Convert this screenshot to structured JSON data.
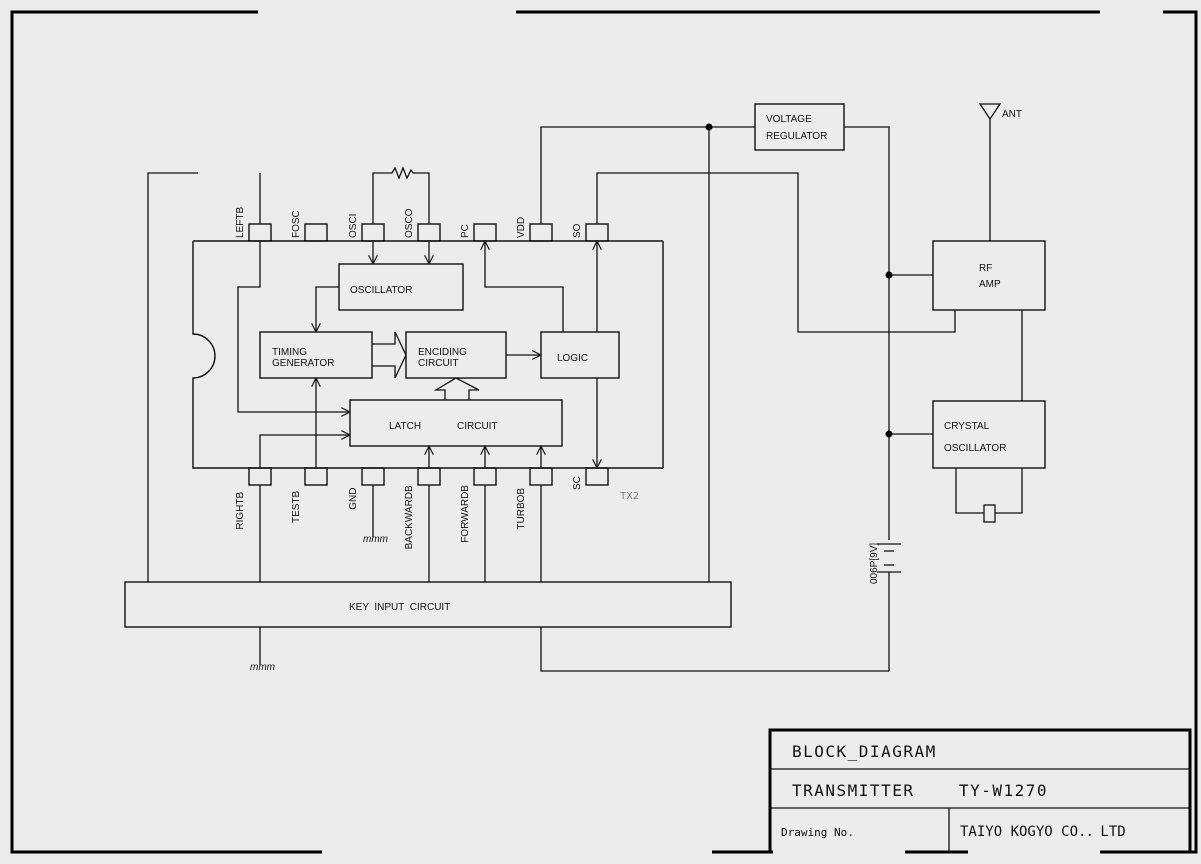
{
  "chip": {
    "name": "TX2",
    "top_pins": [
      "LEFTB",
      "FOSC",
      "OSCI",
      "OSCO",
      "PC",
      "VDD",
      "SO"
    ],
    "bottom_pins": [
      "RIGHTB",
      "TESTB",
      "GND",
      "BACKWARDB",
      "FORWARDB",
      "TURBOB",
      "SC"
    ]
  },
  "blocks": {
    "oscillator": "OSCILLATOR",
    "timing_1": "TIMING",
    "timing_2": "GENERATOR",
    "encoding_1": "ENCIDING",
    "encoding_2": "CIRCUIT",
    "logic": "LOGIC",
    "latch_1": "LATCH",
    "latch_2": "CIRCUIT",
    "key_input": "KEY  INPUT  CIRCUIT",
    "vreg_1": "VOLTAGE",
    "vreg_2": "REGULATOR",
    "rf_1": "RF",
    "rf_2": "AMP",
    "xtal_1": "CRYSTAL",
    "xtal_2": "OSCILLATOR",
    "antenna": "ANT",
    "battery": "006P[9V]"
  },
  "title_block": {
    "title": "BLOCK_DIAGRAM",
    "subtitle": "TRANSMITTER    TY-W1270",
    "drawing_no": "Drawing No.",
    "company": "TAIYO KOGYO CO.．LTD"
  }
}
